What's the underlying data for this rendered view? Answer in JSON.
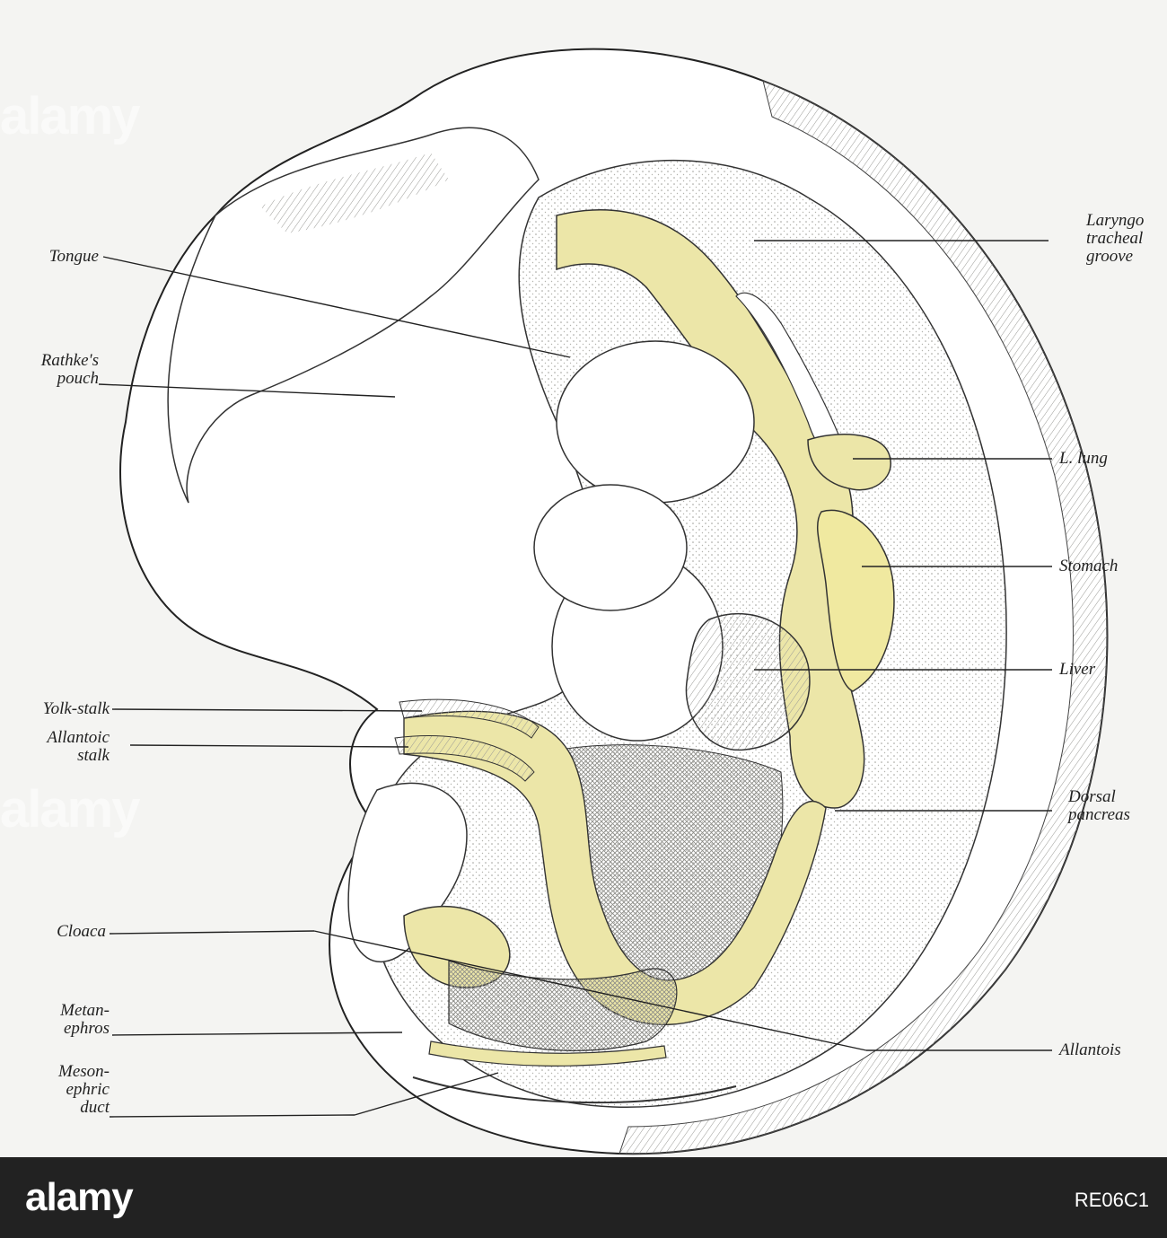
{
  "figure": {
    "labels": {
      "tongue": "Tongue",
      "rathke_line1": "Rathke's",
      "rathke_line2": "pouch",
      "yolk_stalk": "Yolk-stalk",
      "allantoic_line1": "Allantoic",
      "allantoic_line2": "stalk",
      "cloaca": "Cloaca",
      "metan_line1": "Metan-",
      "metan_line2": "ephros",
      "meson_line1": "Meson-",
      "meson_line2": "ephric",
      "meson_line3": "duct",
      "laryngo_line1": "Laryngo",
      "laryngo_line2": "tracheal",
      "laryngo_line3": "groove",
      "lung": "L. lung",
      "stomach": "Stomach",
      "liver": "Liver",
      "dorsal_line1": "Dorsal",
      "dorsal_line2": "pancreas",
      "allantois": "Allantois"
    }
  },
  "colors": {
    "background": "#f4f4f2",
    "tissue_fill": "#ffffff",
    "endoderm_yellow": "#ece6a8",
    "stipple": "#e8e8e4",
    "ink": "#222222",
    "footer": "#222222"
  },
  "watermark": {
    "brand": "alamy",
    "image_id": "RE06C1"
  }
}
